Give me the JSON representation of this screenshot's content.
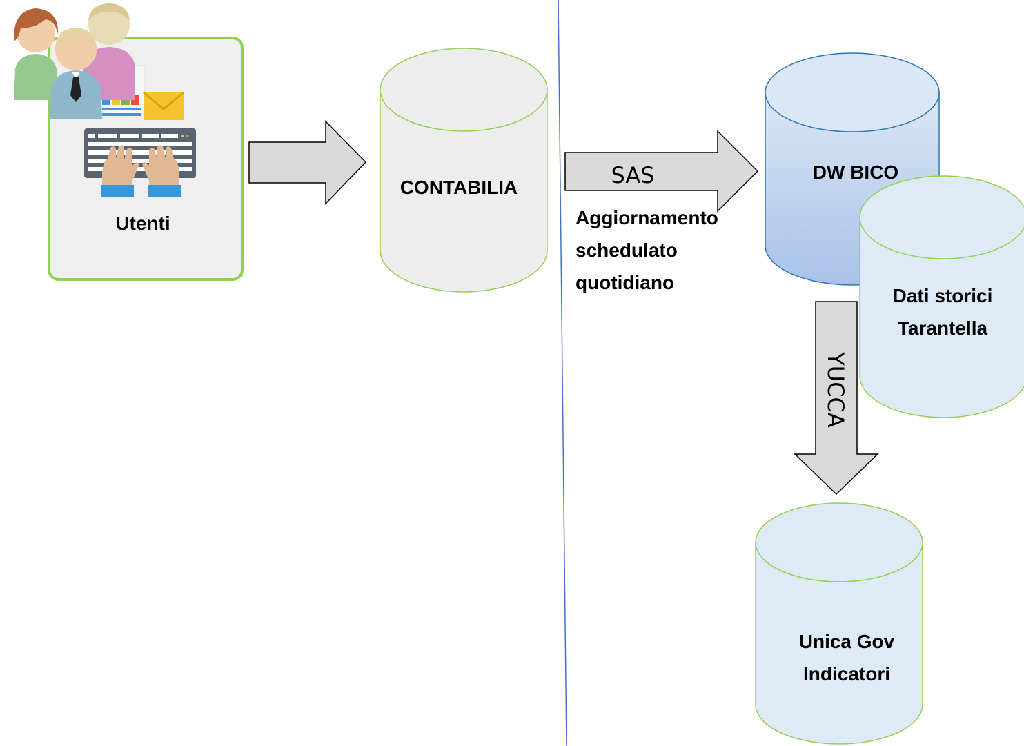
{
  "diagram": {
    "users": {
      "label": "Utenti",
      "icon": "users-keyboard-icon"
    },
    "contabilia": {
      "label": "CONTABILIA"
    },
    "sas_arrow": {
      "label": "SAS"
    },
    "schedule_note": {
      "line1": "Aggiornamento",
      "line2": "schedulato",
      "line3": "quotidiano"
    },
    "dw_bico": {
      "label": "DW BICO"
    },
    "storici": {
      "line1": "Dati storici",
      "line2": "Tarantella"
    },
    "yucca_arrow": {
      "label": "YUCCA"
    },
    "unica": {
      "line1": "Unica Gov",
      "line2": "Indicatori"
    }
  },
  "colors": {
    "green_border": "#92d050",
    "blue_border": "#2e75b6",
    "divider": "#4472c4",
    "arrow_fill": "#d9d9d9",
    "gray_cyl": "#ededed",
    "blue_cyl_top": "#dae7f6",
    "blue_cyl_bottom": "#a9c2e8",
    "light_blue_cyl": "#deebf7"
  }
}
